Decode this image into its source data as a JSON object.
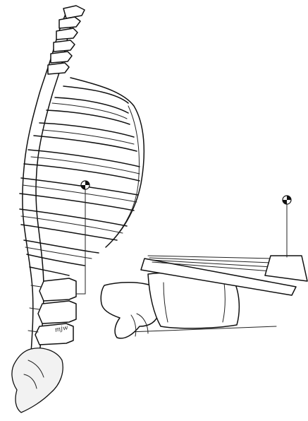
{
  "figure": {
    "signature": "mjw",
    "colors": {
      "ink": "#111111",
      "paper": "#ffffff"
    },
    "center_of_mass_markers": [
      "thorax-center-of-mass",
      "lever-center-of-mass"
    ]
  }
}
